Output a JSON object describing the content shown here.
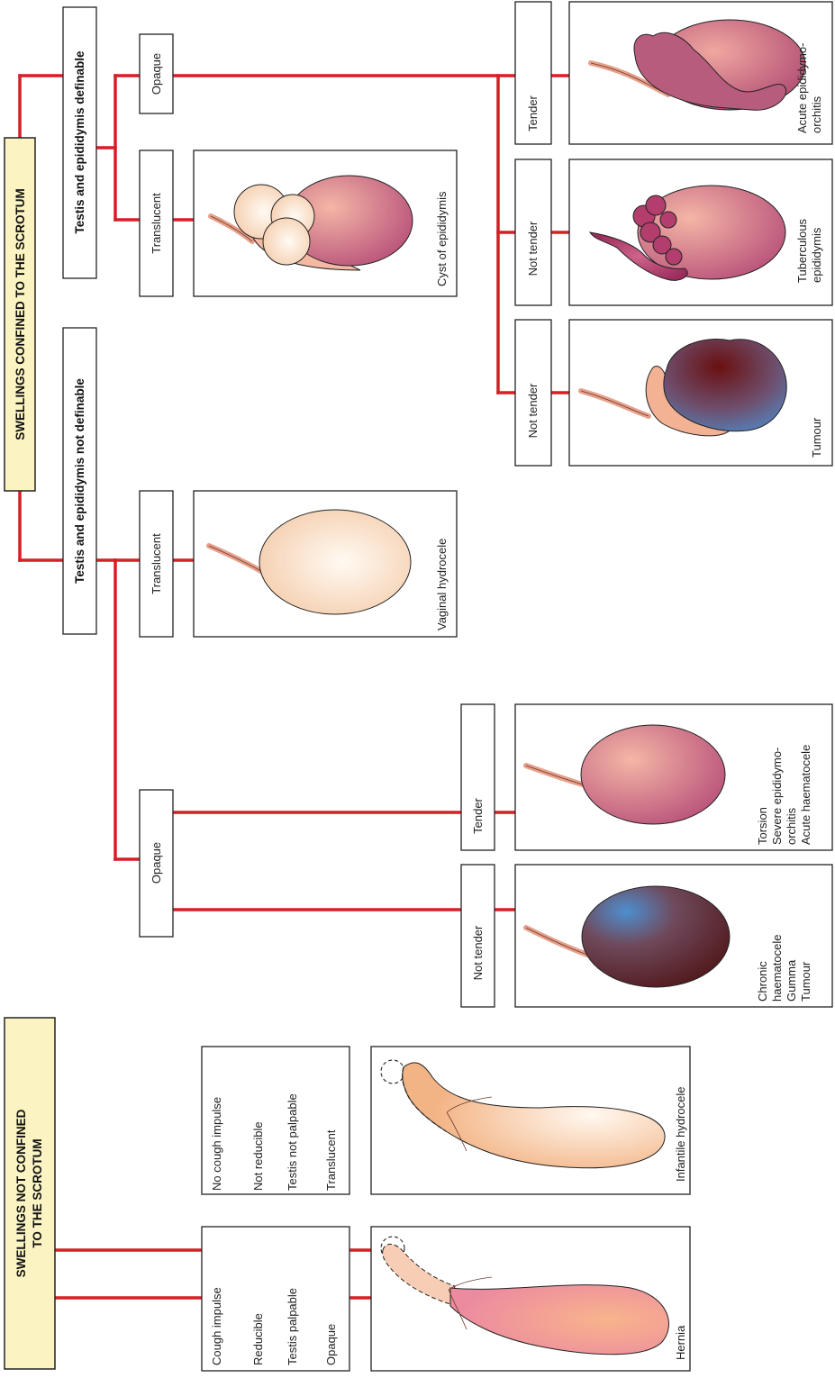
{
  "headings": {
    "confined": "SWELLINGS CONFINED TO THE SCROTUM",
    "not_confined_l1": "SWELLINGS NOT CONFINED",
    "not_confined_l2": "TO THE SCROTUM",
    "definable": "Testis and epididymis definable",
    "not_definable": "Testis and epididymis not definable"
  },
  "branches": {
    "definable_opaque": "Opaque",
    "definable_translucent": "Translucent",
    "notdef_translucent": "Translucent",
    "notdef_opaque": "Opaque",
    "tender_1": "Tender",
    "not_tender_1": "Not tender",
    "not_tender_2": "Not tender",
    "tender_2": "Tender",
    "not_tender_3": "Not tender"
  },
  "criteria": {
    "hernia": [
      "Cough impulse",
      "Reducible",
      "Testis palpable",
      "Opaque"
    ],
    "infantile": [
      "No cough impulse",
      "Not reducible",
      "Testis not palpable",
      "Translucent"
    ]
  },
  "captions": {
    "acute_epididymo": [
      "Acute epididymo-",
      "orchitis"
    ],
    "tuberculous": [
      "Tuberculous",
      "epididymis"
    ],
    "tumour": "Tumour",
    "cyst": "Cyst of epididymis",
    "vaginal": "Vaginal hydrocele",
    "torsion": [
      "Torsion",
      "Severe epididymo-",
      "orchitis",
      "Acute haematocele"
    ],
    "chronic": [
      "Chronic",
      "haematocele",
      "Gumma",
      "Tumour"
    ],
    "infantile": "Infantile hydrocele",
    "hernia": "Hernia"
  },
  "colors": {
    "connector": "#d61f26",
    "heading_fill": "#fbf4c2"
  }
}
